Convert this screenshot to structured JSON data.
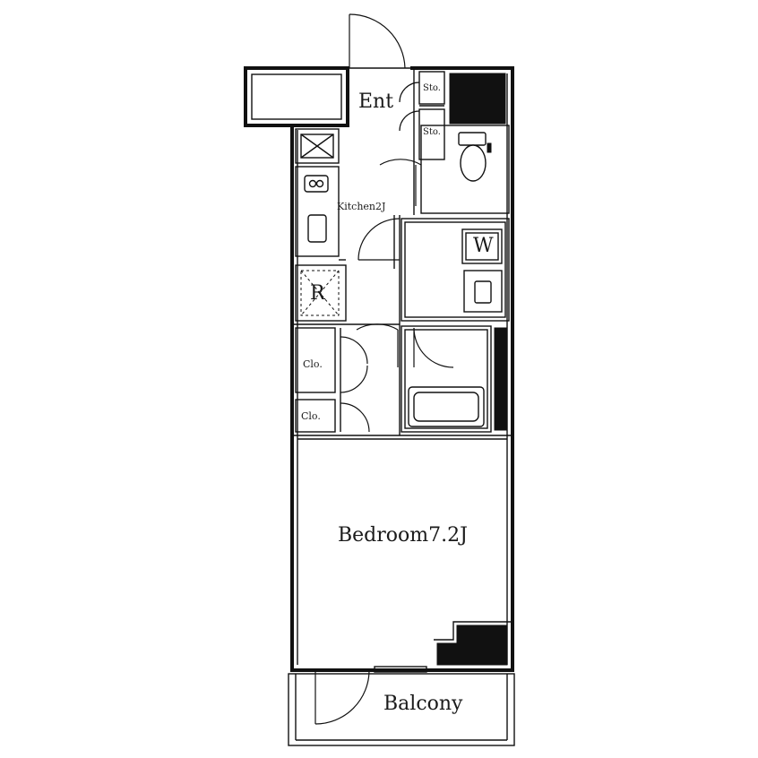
{
  "rooms": {
    "entrance": "Ent",
    "storage_1": "Sto.",
    "storage_2": "Sto.",
    "kitchen": "Kitchen2J",
    "washer": "W",
    "refrigerator": "R",
    "closet_1": "Clo.",
    "closet_2": "Clo.",
    "bedroom": "Bedroom7.2J",
    "balcony": "Balcony"
  }
}
